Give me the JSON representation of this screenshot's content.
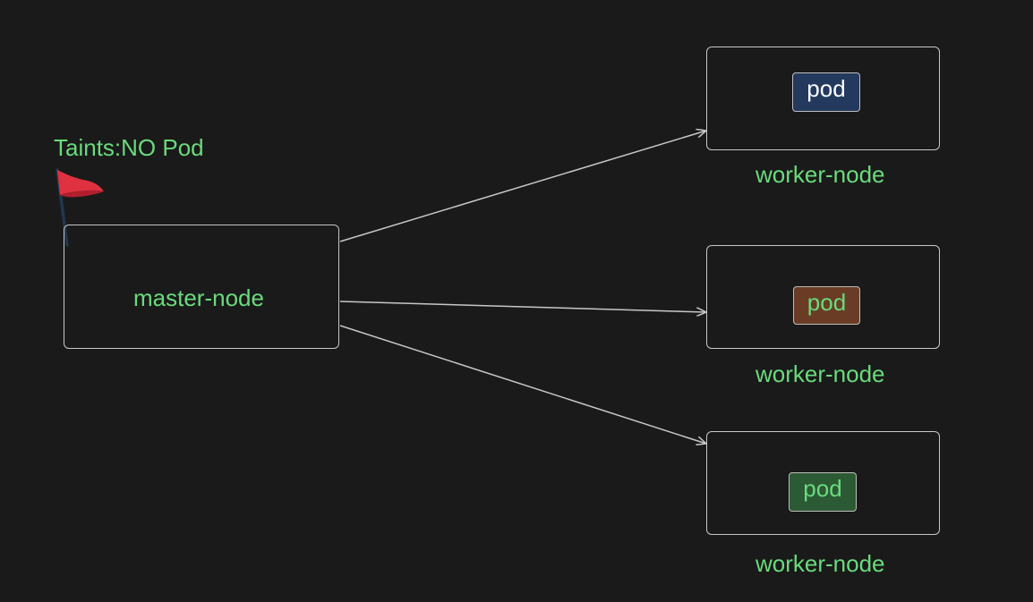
{
  "taint_label": "Taints:NO Pod",
  "master_node": {
    "label": "master-node"
  },
  "worker_nodes": [
    {
      "label": "worker-node",
      "pod_label": "pod",
      "pod_fill": "#233a5e",
      "pod_text_color": "#ffffff"
    },
    {
      "label": "worker-node",
      "pod_label": "pod",
      "pod_fill": "#6b3c25",
      "pod_text_color": "#69db7c"
    },
    {
      "label": "worker-node",
      "pod_label": "pod",
      "pod_fill": "#2c5a34",
      "pod_text_color": "#69db7c"
    }
  ],
  "colors": {
    "text": "#69db7c",
    "stroke": "#c8c8c8",
    "background": "#1a1a1a",
    "flag": "#e03140"
  },
  "icons": {
    "flag": "flag-icon"
  }
}
